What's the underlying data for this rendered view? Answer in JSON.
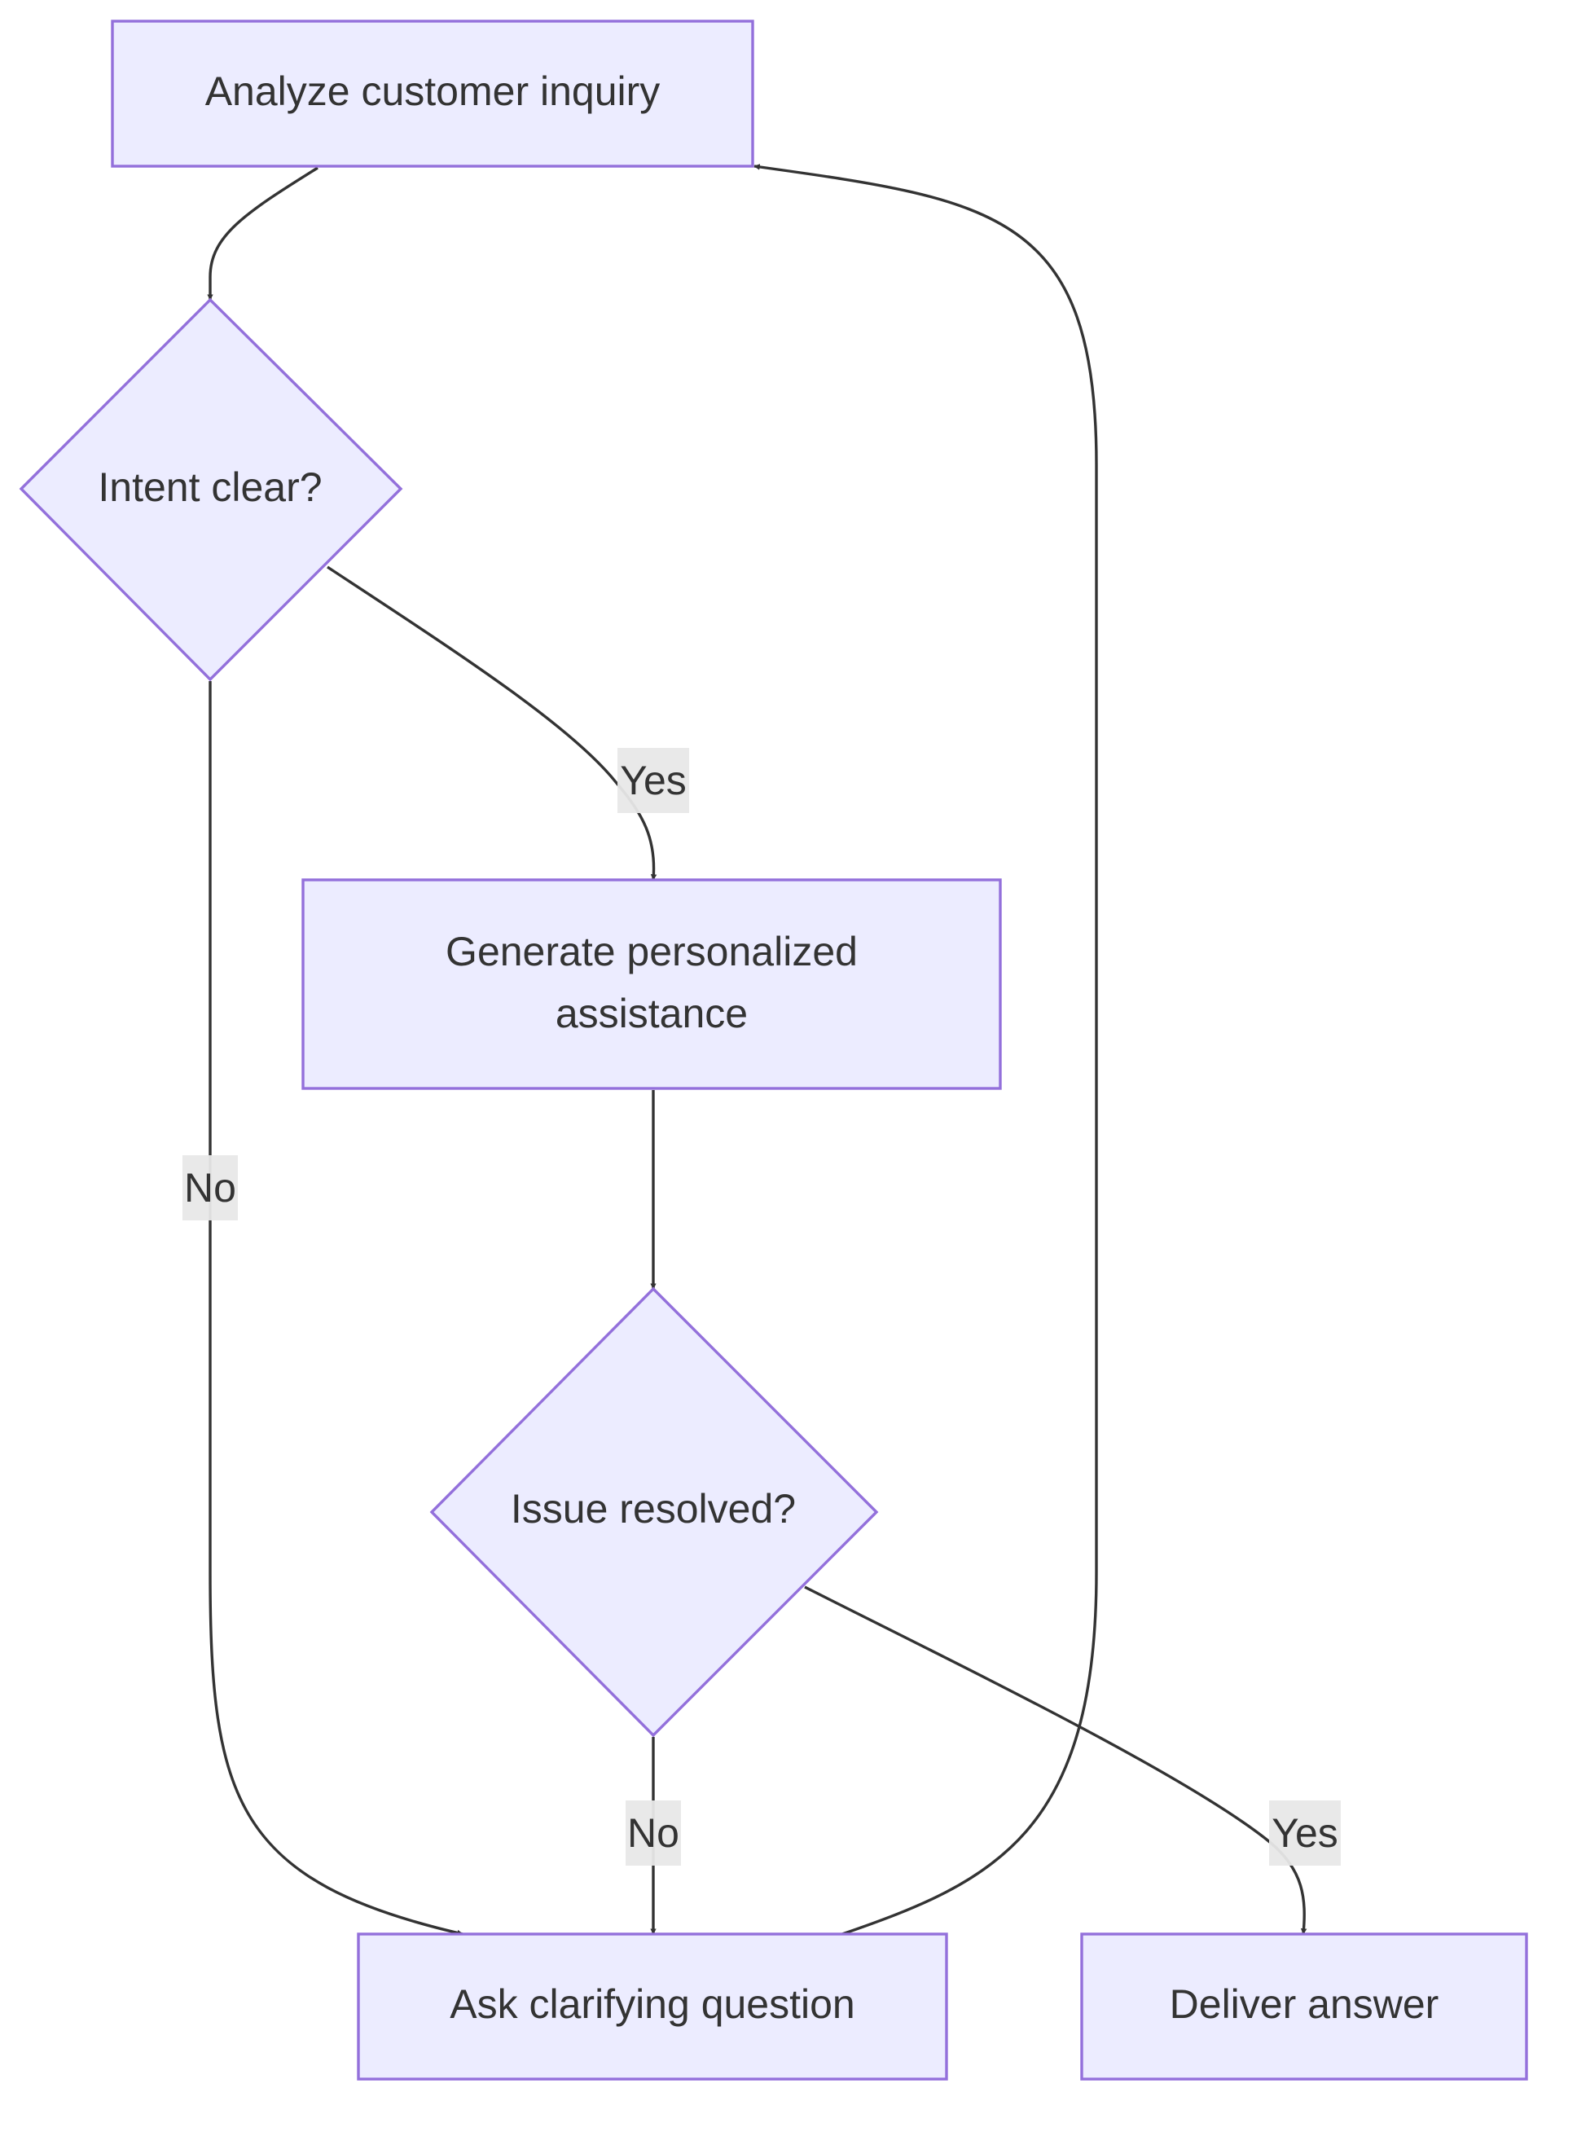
{
  "diagram": {
    "type": "flowchart",
    "nodes": {
      "analyze": {
        "label": "Analyze customer inquiry"
      },
      "intent": {
        "label": "Intent clear?"
      },
      "generate": {
        "label_line1": "Generate personalized",
        "label_line2": "assistance"
      },
      "resolved": {
        "label": "Issue resolved?"
      },
      "ask": {
        "label": "Ask clarifying question"
      },
      "deliver": {
        "label": "Deliver answer"
      }
    },
    "edges": {
      "analyze_to_intent": {
        "label": ""
      },
      "intent_to_generate": {
        "label": "Yes"
      },
      "intent_to_ask": {
        "label": "No"
      },
      "generate_to_resolved": {
        "label": ""
      },
      "resolved_to_ask": {
        "label": "No"
      },
      "resolved_to_deliver": {
        "label": "Yes"
      },
      "ask_to_analyze": {
        "label": ""
      }
    },
    "colors": {
      "node_fill": "#ececff",
      "node_stroke": "#9370db",
      "edge": "#333333",
      "text": "#333333",
      "edge_label_bg": "#e8e8e8"
    }
  }
}
